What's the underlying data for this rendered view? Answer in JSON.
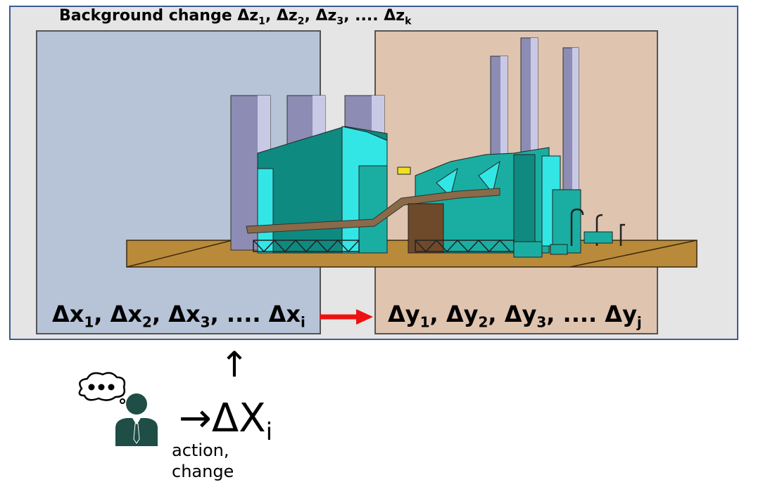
{
  "title": {
    "prefix": "Background change ",
    "terms": [
      {
        "sym": "Δz",
        "sub": "1",
        "sep": ", "
      },
      {
        "sym": "Δz",
        "sub": "2",
        "sep": ", "
      },
      {
        "sym": "Δz",
        "sub": "3",
        "sep": ", .... "
      },
      {
        "sym": "Δz",
        "sub": "k",
        "sep": ""
      }
    ]
  },
  "inputs": {
    "terms": [
      {
        "sym": "Δx",
        "sub": "1",
        "sep": ", "
      },
      {
        "sym": "Δx",
        "sub": "2",
        "sep": ", "
      },
      {
        "sym": "Δx",
        "sub": "3",
        "sep": ", .... "
      },
      {
        "sym": "Δx",
        "sub": "i",
        "sep": ""
      }
    ]
  },
  "outputs": {
    "terms": [
      {
        "sym": "Δy",
        "sub": "1",
        "sep": ", "
      },
      {
        "sym": "Δy",
        "sub": "2",
        "sep": ", "
      },
      {
        "sym": "Δy",
        "sub": "3",
        "sep": ", .... "
      },
      {
        "sym": "Δy",
        "sub": "j",
        "sep": ""
      }
    ]
  },
  "up_arrow": "↑",
  "action_symbol": {
    "arrow": "→",
    "sym": "ΔX",
    "sub": "i"
  },
  "action_caption": [
    "action,",
    "change"
  ],
  "colors": {
    "frame_border": "#3e5a97",
    "frame_fill": "#e5e5e5",
    "left_panel": "#b7c3d7",
    "right_panel": "#dfc4b0",
    "arrow_red": "#ee1111",
    "factory_teal": "#0f8a80",
    "factory_cyan": "#33e6e6",
    "chimney": "#8c8cb4",
    "ground": "#b98a3a",
    "person": "#1e4e46"
  },
  "icons": [
    "thought-bubble-icon",
    "person-icon",
    "factory-icon",
    "right-arrow-icon",
    "up-arrow-icon"
  ]
}
